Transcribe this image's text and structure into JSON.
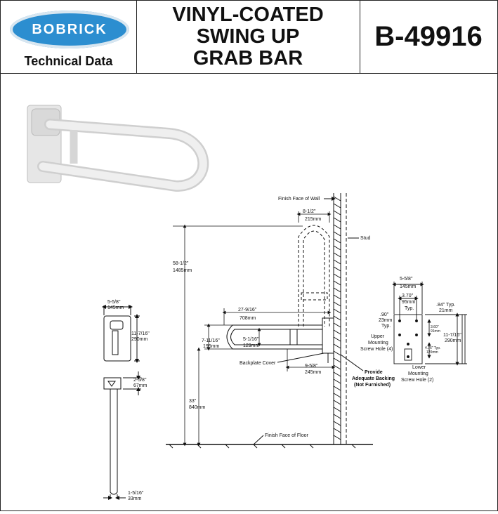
{
  "header": {
    "brand": "BOBRICK",
    "subtitle": "Technical Data",
    "title_lines": [
      "VINYL-COATED",
      "SWING UP",
      "GRAB BAR"
    ],
    "model": "B-49916"
  },
  "colors": {
    "brand_blue": "#2c8ed0"
  },
  "drawing": {
    "finish_face_wall": "Finish Face of Wall",
    "finish_face_floor": "Finish Face of Floor",
    "stud": "Stud",
    "backplate_cover": "Backplate Cover",
    "provide_backing": [
      "Provide",
      "Adequate Backing",
      "(Not Furnished)"
    ],
    "dims": {
      "top_width": [
        "8-1/2\"",
        "215mm"
      ],
      "height_total": [
        "58-1/2\"",
        "1485mm"
      ],
      "length": [
        "27-9/16\"",
        "708mm"
      ],
      "height_side": [
        "7-11/16\"",
        "195mm"
      ],
      "inner_height": [
        "5-1/16\"",
        "129mm"
      ],
      "floor_height": [
        "33\"",
        "840mm"
      ],
      "projection": [
        "9-5/8\"",
        "245mm"
      ],
      "plate_width": [
        "5-5/8\"",
        "145mm"
      ],
      "plate_height": [
        "11-7/16\"",
        "290mm"
      ],
      "top_proj": [
        "2-5/8\"",
        "67mm"
      ],
      "tube_dia": [
        "1-5/16\"",
        "33mm"
      ],
      "r_width": [
        "5-5/8\"",
        "145mm"
      ],
      "r_hole_spacing": [
        "3.70\"",
        "95mm",
        "Typ."
      ],
      "r_edge": [
        ".90\"",
        "23mm",
        "Typ."
      ],
      "r_depth": [
        ".84\" Typ.",
        "21mm"
      ],
      "r_height": [
        "11-7/16\"",
        "290mm"
      ],
      "r_small1": [
        "3.60\"",
        "91mm"
      ],
      "r_small2": [
        "4.76\" Typ.",
        "120mm"
      ],
      "upper_hole": [
        "Upper",
        "Mounting",
        "Screw Hole (4)"
      ],
      "lower_hole": [
        "Lower",
        "Mounting",
        "Screw Hole (2)"
      ]
    }
  }
}
